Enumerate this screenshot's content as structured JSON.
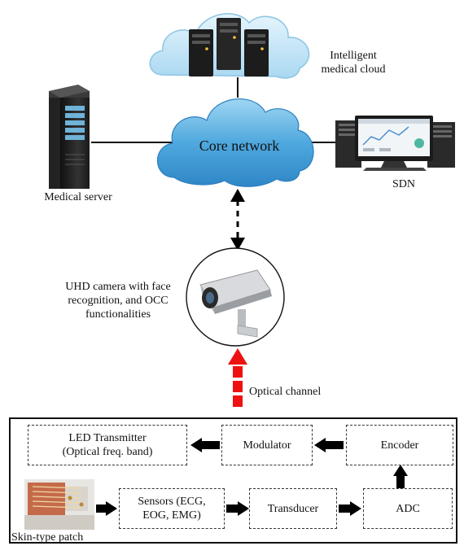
{
  "nodes": {
    "cloud_label": [
      "Intelligent",
      "medical cloud"
    ],
    "core_network": "Core network",
    "medical_server": "Medical server",
    "sdn": "SDN",
    "camera_label": [
      "UHD camera with face",
      "recognition, and OCC",
      "functionalities"
    ],
    "optical_channel": "Optical channel",
    "skin_patch": "Skin-type patch"
  },
  "blocks": {
    "led_transmitter": [
      "LED Transmitter",
      "(Optical freq. band)"
    ],
    "modulator": "Modulator",
    "encoder": "Encoder",
    "sensors": [
      "Sensors (ECG,",
      "EOG, EMG)"
    ],
    "transducer": "Transducer",
    "adc": "ADC"
  },
  "colors": {
    "cloud_fill": "#bfe3f5",
    "core_cloud_fill": "#5aaee0",
    "optical_arrow": "#ee1111",
    "arrow": "#000000"
  }
}
